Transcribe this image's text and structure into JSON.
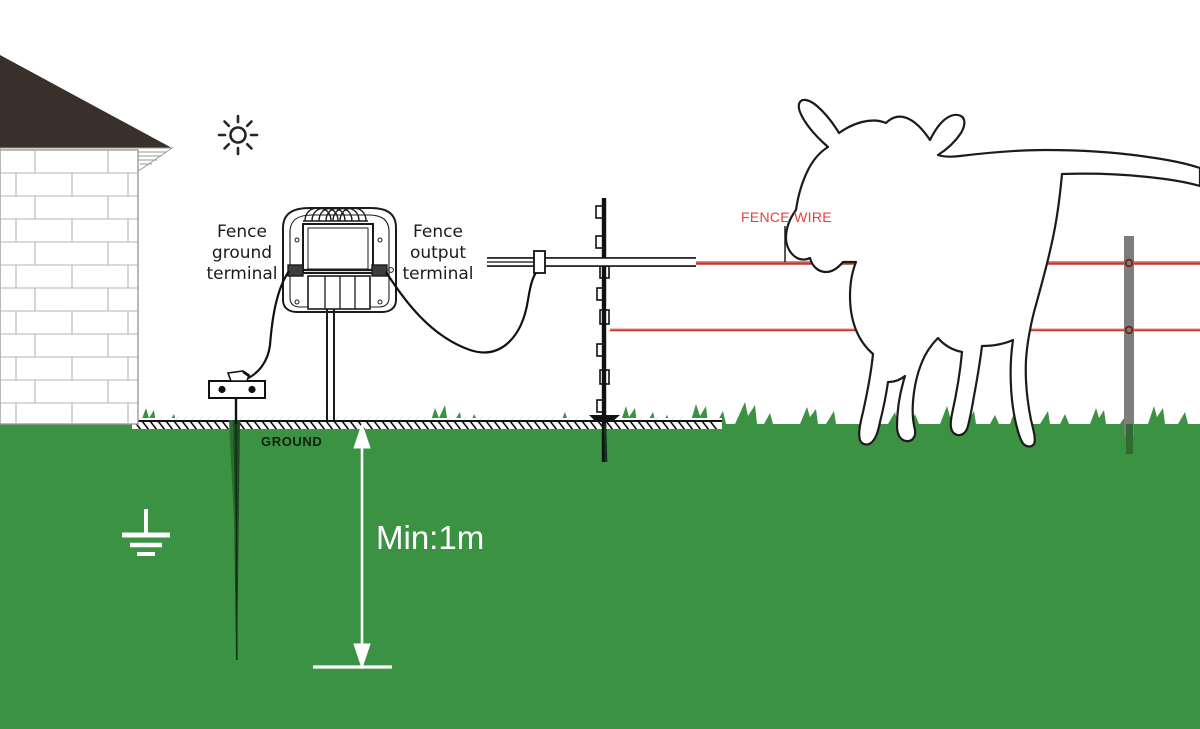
{
  "diagram": {
    "title": "Electric fence energizer grounding installation diagram",
    "labels": {
      "fence_ground_terminal": "Fence\nground\nterminal",
      "fence_output_terminal": "Fence\noutput\nterminal",
      "fence_wire": "FENCE WIRE",
      "ground": "GROUND",
      "min_depth": "Min:1m"
    },
    "icons": {
      "sun": "sun-icon",
      "earth_ground": "earth-ground-symbol"
    },
    "colors": {
      "grass": "#3b9243",
      "grass_dark": "#2f7a37",
      "sky": "#ffffff",
      "fence_wire": "#c0392b",
      "fence_wire_light": "#e07a72",
      "label_red": "#e8413a",
      "roof": "#3a302b",
      "brick_fill": "#ffffff",
      "brick_line": "#9a9a9a",
      "post_gray": "#7d7d7d",
      "post_black": "#111111",
      "outline": "#1b1b1b",
      "white": "#ffffff"
    },
    "elements": {
      "house": "brick-house-with-roof",
      "energizer": "fence-energizer-unit",
      "ground_rod": "ground-rod",
      "ground_clamp": "ground-rod-clamp",
      "fence_post_left": "black-fence-post",
      "fence_post_right": "gray-fence-post",
      "animal": "cow-outline",
      "wire_count": 2,
      "dimension_arrow": "min-depth-dimension-arrow"
    }
  }
}
